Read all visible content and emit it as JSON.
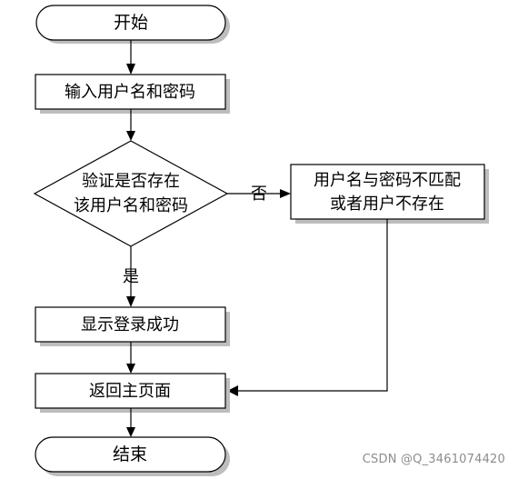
{
  "nodes": {
    "start": "开始",
    "input": "输入用户名和密码",
    "verify": [
      "验证是否存在",
      "该用户名和密码"
    ],
    "mismatch": [
      "用户名与密码不匹配",
      "或者用户不存在"
    ],
    "success": "显示登录成功",
    "home": "返回主页面",
    "end": "结束"
  },
  "edges": {
    "no_label": "否",
    "yes_label": "是"
  },
  "watermark": "CSDN @Q_3461074420"
}
